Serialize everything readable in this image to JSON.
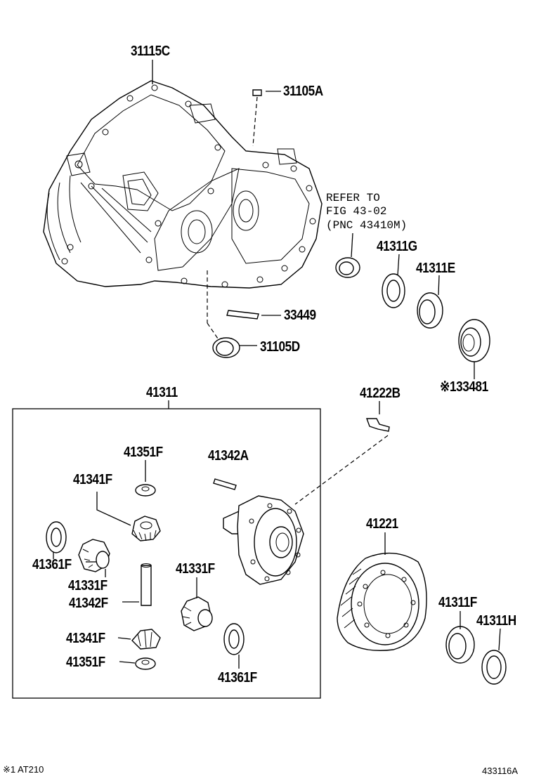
{
  "parts": {
    "p31115C": "31115C",
    "p31105A": "31105A",
    "p33449": "33449",
    "p31105D": "31105D",
    "p41311G": "41311G",
    "p41311E": "41311E",
    "p33481": "※133481",
    "p41311": "41311",
    "p41222B": "41222B",
    "p41351F_a": "41351F",
    "p41342A": "41342A",
    "p41341F_a": "41341F",
    "p41361F_a": "41361F",
    "p41331F_a": "41331F",
    "p41342F": "41342F",
    "p41331F_b": "41331F",
    "p41341F_b": "41341F",
    "p41351F_b": "41351F",
    "p41361F_b": "41361F",
    "p41221": "41221",
    "p41311F": "41311F",
    "p41311H": "41311H"
  },
  "reference": {
    "line1": "REFER TO",
    "line2": "FIG 43-02",
    "line3": "(PNC 43410M)"
  },
  "footer": {
    "note": "※1 AT210",
    "figure_id": "433116A"
  }
}
